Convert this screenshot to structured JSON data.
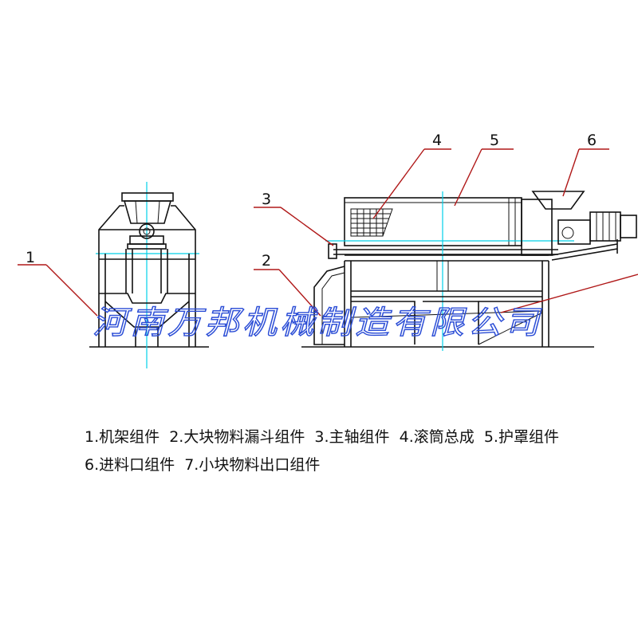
{
  "callouts": {
    "c1": "1",
    "c2": "2",
    "c3": "3",
    "c4": "4",
    "c5": "5",
    "c6": "6"
  },
  "watermark": "河南万邦机械制造有限公司",
  "legend": {
    "line1": "1.机架组件  2.大块物料漏斗组件  3.主轴组件  4.滚筒总成  5.护罩组件",
    "line2": "6.进料口组件  7.小块物料出口组件"
  }
}
